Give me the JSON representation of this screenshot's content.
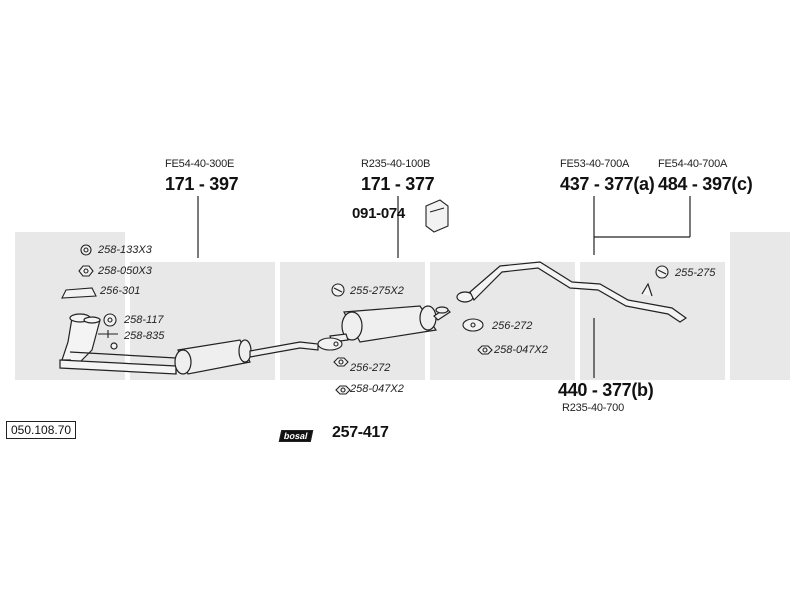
{
  "catalog_number": "050.108.70",
  "watermark_text": "bosal",
  "brand_badge_text": "bosal",
  "pipes": {
    "front": {
      "ref": "FE54-40-300E",
      "number": "171 - 397"
    },
    "center": {
      "ref": "R235-40-100B",
      "number": "171 - 377"
    },
    "rear_a": {
      "ref": "FE53-40-700A",
      "number": "437 - 377(a)"
    },
    "rear_c": {
      "ref": "FE54-40-700A",
      "number": "484 - 397(c)"
    },
    "rear_b": {
      "ref": "R235-40-700",
      "number": "440 - 377(b)"
    }
  },
  "clamp": {
    "number": "091-074"
  },
  "kit": {
    "number": "257-417"
  },
  "parts": {
    "p1": "258-133X3",
    "p2": "258-050X3",
    "p3": "256-301",
    "p4": "258-117",
    "p5": "258-835",
    "p6": "255-275X2",
    "p7": "256-272",
    "p8": "258-047X2",
    "p9": "256-272",
    "p10": "258-047X2",
    "p11": "255-275"
  },
  "colors": {
    "line": "#222222",
    "watermark": "#e6e6e6",
    "muffler_fill": "#efefef"
  }
}
